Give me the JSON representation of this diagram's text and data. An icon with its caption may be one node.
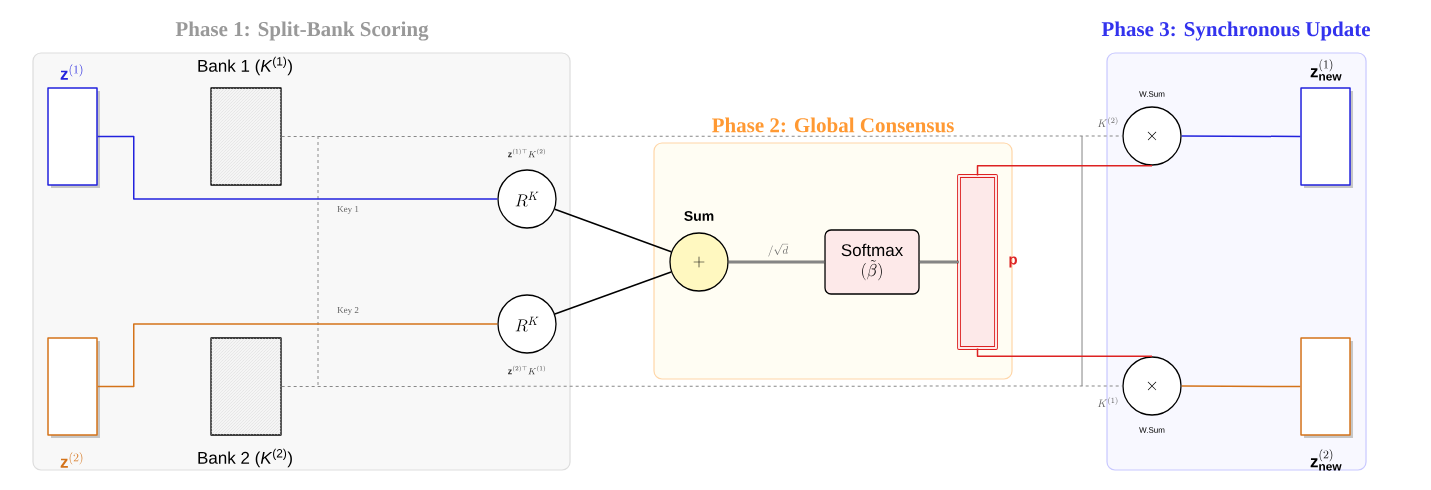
{
  "diagram": {
    "nodes": [
      {
        "text": [
          "Phase 1: Split-Bank Scoring"
        ]
      },
      {
        "text": [
          "\\mathbf{z}^{(1)}"
        ],
        "in": 0
      },
      {
        "text": [
          "Bank 1 (*K*$^{(1)}$)"
        ],
        "in": 0
      },
      {
        "text": [
          "\\mathbf{z}^{(2)}"
        ],
        "in": 0
      },
      {
        "text": [
          "Bank 2 (*K*$^{(2)}$)"
        ],
        "in": 0
      },
      {
        "text": [
          "R^K"
        ],
        "beside": [
          "\\mathbf{z}^{(1)\\top}K^{(2)}"
        ],
        "in": 0
      },
      {
        "text": [
          "R^K"
        ],
        "beside": [
          "\\mathbf{z}^{(2)\\top}K^{(1)}"
        ],
        "in": 0
      },
      {
        "text": [
          "Phase 2: Global Consensus"
        ]
      },
      {
        "text": [
          "+"
        ],
        "beside": [
          "Sum"
        ],
        "in": 7
      },
      {
        "text": [
          "Softmax",
          "(\\tilde{\\beta})"
        ],
        "in": 7
      },
      {
        "text": [],
        "shape": "bar",
        "beside": [
          "\\mathbf{p}"
        ],
        "in": 7
      },
      {
        "text": [
          "Phase 3: Synchronous Update"
        ]
      },
      {
        "text": [
          "\\times"
        ],
        "beside": [
          "W.Sum"
        ],
        "in": 11
      },
      {
        "text": [
          "\\mathbf{z}^{(1)}_{\\text{new}}"
        ],
        "in": 11
      },
      {
        "text": [
          "\\times"
        ],
        "beside": [
          "W.Sum"
        ],
        "in": 11
      },
      {
        "text": [
          "\\mathbf{z}^{(2)}_{\\text{new}}"
        ],
        "in": 11
      }
    ],
    "edges": [
      {
        "from": 1,
        "to": 5,
        "arrow": "none",
        "label": "Key 1",
        "color": "#2222dd"
      },
      {
        "from": 3,
        "to": 6,
        "arrow": "none",
        "label": "Key 2",
        "color": "#d4731a"
      },
      {
        "from": 5,
        "to": 8,
        "arrow": "none"
      },
      {
        "from": 6,
        "to": 8,
        "arrow": "none"
      },
      {
        "from": 8,
        "to": 9,
        "arrow": "none",
        "label": "/\\sqrt{d}"
      },
      {
        "from": 9,
        "to": 10,
        "arrow": "none"
      },
      {
        "from": 10,
        "to": 12,
        "arrow": "none",
        "color": "#dd2222"
      },
      {
        "from": 10,
        "to": 14,
        "arrow": "none",
        "color": "#dd2222"
      },
      {
        "from": 12,
        "to": 13,
        "arrow": "none",
        "color": "#2222dd"
      },
      {
        "from": 14,
        "to": 15,
        "arrow": "none",
        "color": "#d4731a"
      },
      {
        "from": 2,
        "to": 12,
        "arrow": "none",
        "label": "K^{(2)}",
        "style": "dashed",
        "color": "#888888"
      },
      {
        "from": 4,
        "to": 14,
        "arrow": "none",
        "label": "K^{(1)}",
        "style": "dashed",
        "color": "#888888"
      }
    ]
  }
}
